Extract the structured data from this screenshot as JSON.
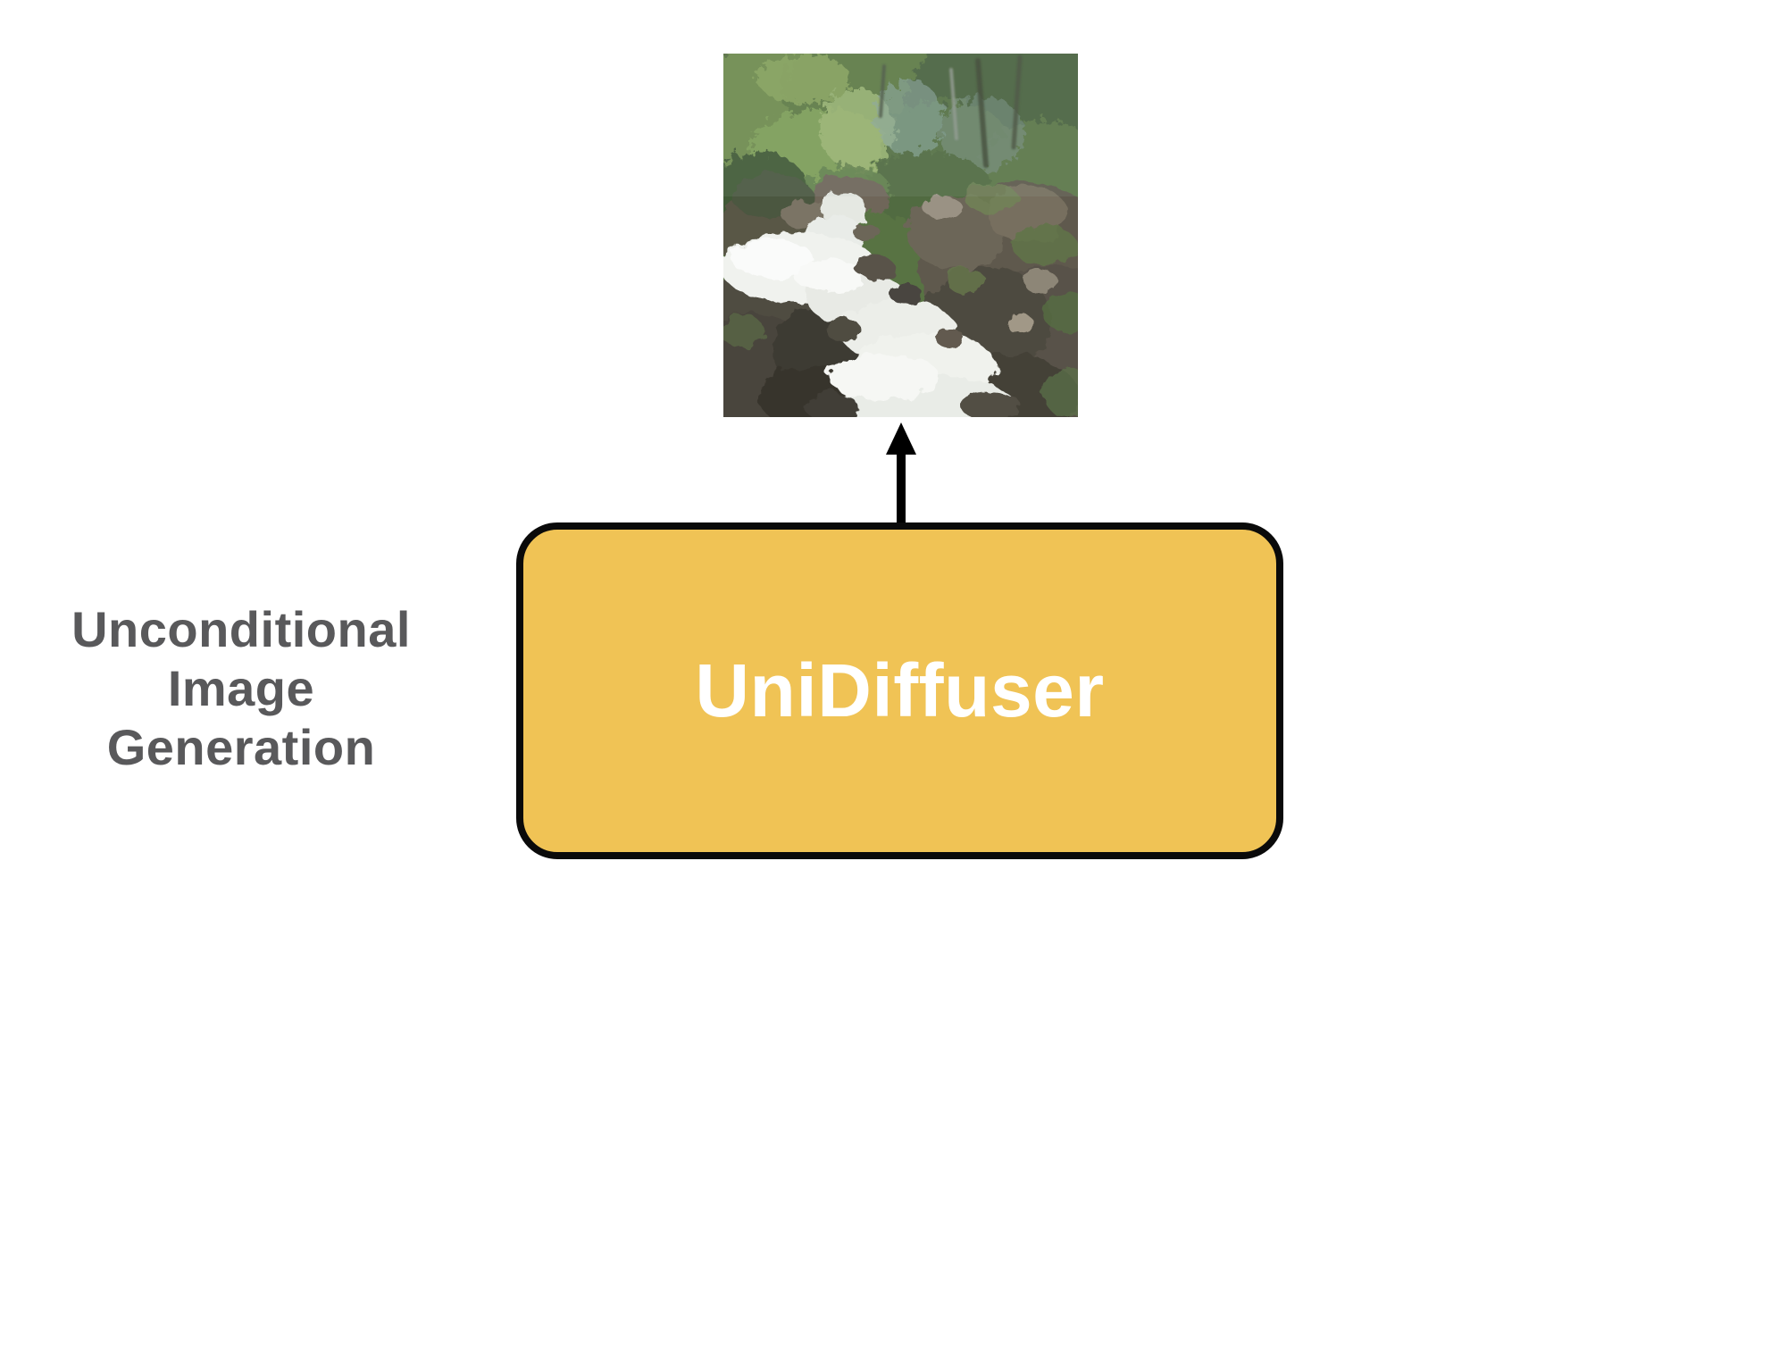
{
  "diagram": {
    "task_label": {
      "lines": [
        "Unconditional",
        "Image",
        "Generation"
      ],
      "color": "#59595b"
    },
    "model_box": {
      "label": "UniDiffuser",
      "fill_color": "#f0c355",
      "border_color": "#0a0a0a",
      "text_color": "#ffffff"
    },
    "arrow": {
      "direction": "up",
      "color": "#000000"
    },
    "output_image": {
      "content": "generated photo of a white stream rushing over dark rocks through a green forest"
    }
  }
}
